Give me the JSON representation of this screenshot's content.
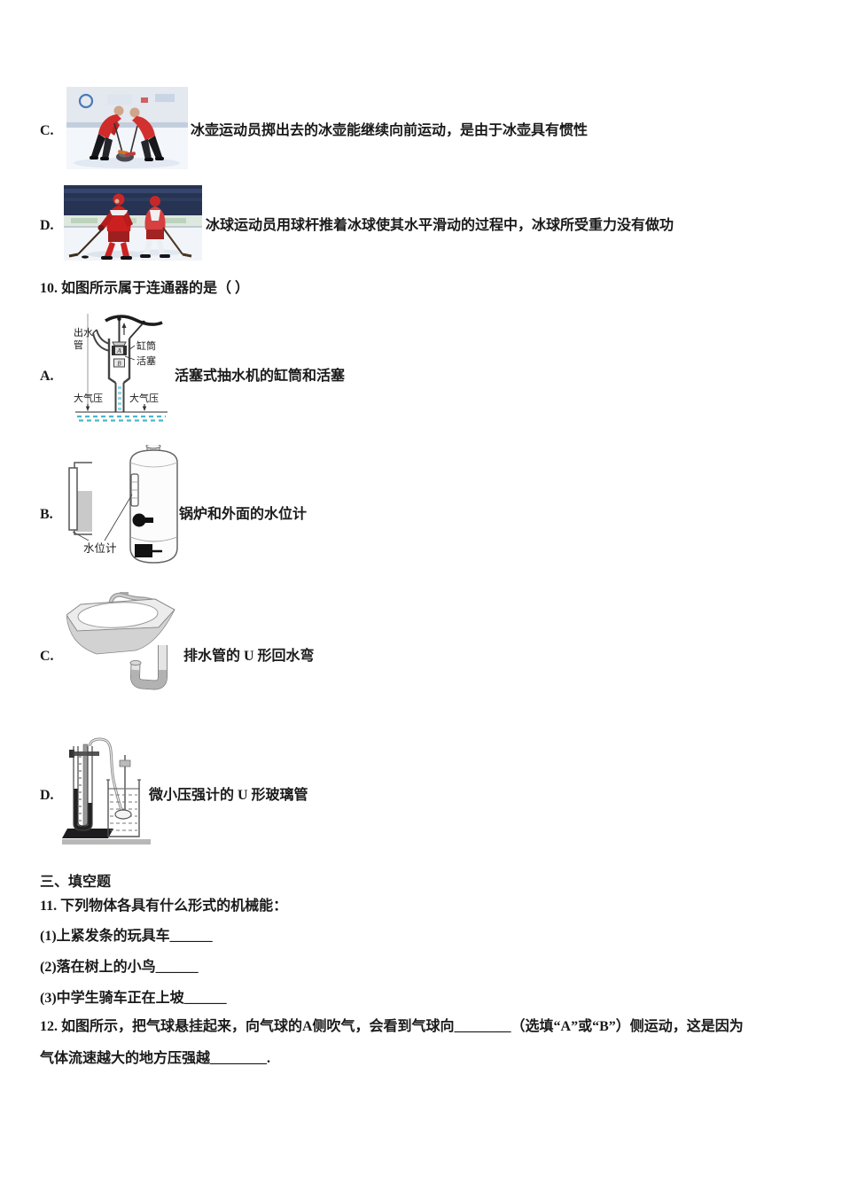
{
  "q9": {
    "options": [
      {
        "label": "C.",
        "text": "冰壶运动员掷出去的冰壶能继续向前运动，是由于冰壶具有惯性"
      },
      {
        "label": "D.",
        "text": "冰球运动员用球杆推着冰球使其水平滑动的过程中，冰球所受重力没有做功"
      }
    ]
  },
  "q10": {
    "heading": "10. 如图所示属于连通器的是（ ）",
    "options": [
      {
        "label": "A.",
        "caption": "活塞式抽水机的缸筒和活塞"
      },
      {
        "label": "B.",
        "caption": "锅炉和外面的水位计"
      },
      {
        "label": "C.",
        "caption": "排水管的 U 形回水弯"
      },
      {
        "label": "D.",
        "caption": "微小压强计的 U 形玻璃管"
      }
    ],
    "pump_labels": {
      "outlet_line1": "出水",
      "outlet_line2": "管",
      "cylinder": "缸筒",
      "piston": "活塞",
      "atm_left": "大气压",
      "atm_right": "大气压",
      "point_a": "A",
      "point_b": "B"
    },
    "boiler_labels": {
      "gauge": "水位计"
    }
  },
  "section3": {
    "heading": "三、填空题"
  },
  "q11": {
    "heading": "11. 下列物体各具有什么形式的机械能：",
    "items": [
      "(1)上紧发条的玩具车______",
      "(2)落在树上的小鸟______",
      "(3)中学生骑车正在上坡______"
    ]
  },
  "q12": {
    "lines": [
      "12. 如图所示，把气球悬挂起来，向气球的A侧吹气，会看到气球向________（选填“A”或“B”）侧运动，这是因为",
      "气体流速越大的地方压强越________."
    ]
  }
}
